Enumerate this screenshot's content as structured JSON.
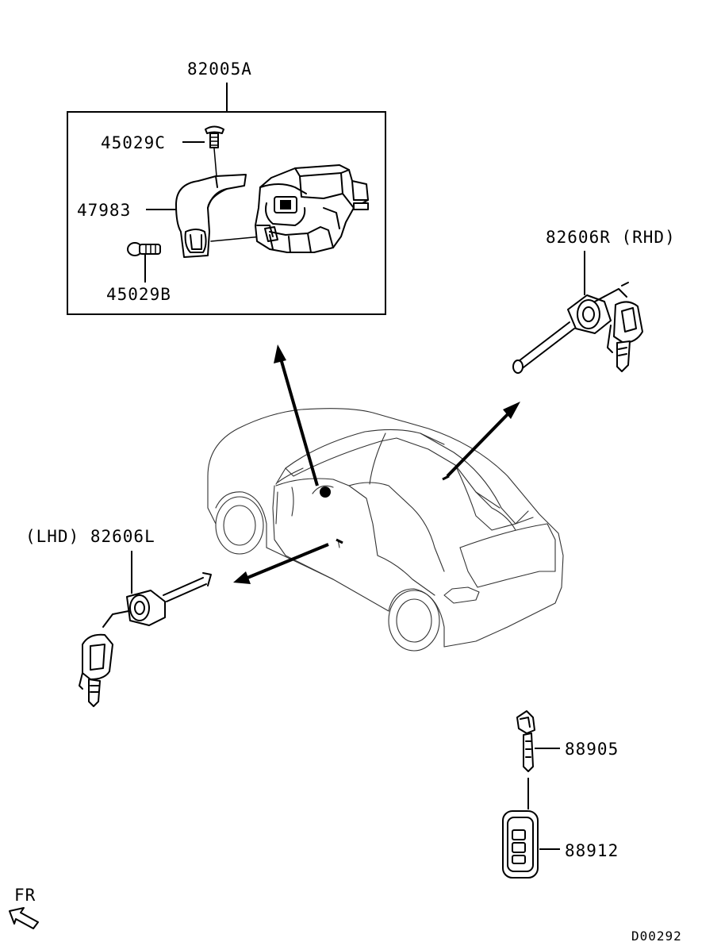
{
  "labels": {
    "assembly": "82005A",
    "screw_top": "45029C",
    "cover": "47983",
    "screw_bottom": "45029B",
    "cylinder_rhd": "82606R (RHD)",
    "cylinder_lhd": "(LHD) 82606L",
    "key": "88905",
    "remote": "88912",
    "front": "FR",
    "figure_code": "D00292"
  }
}
